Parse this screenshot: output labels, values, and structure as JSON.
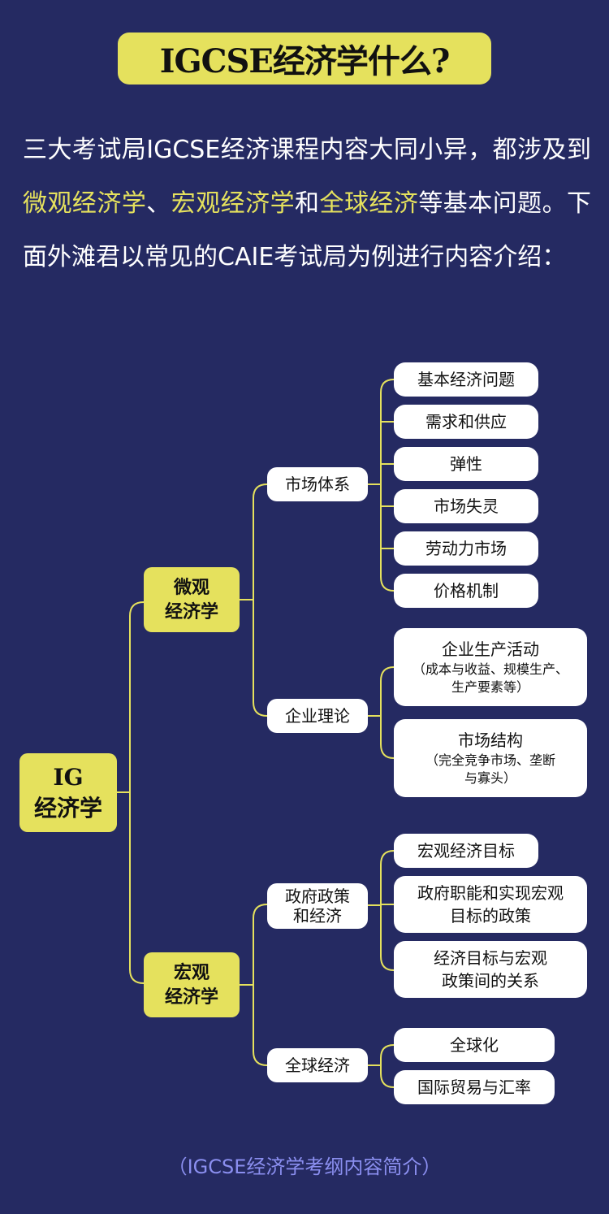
{
  "title": "IGCSE经济学什么?",
  "intro": {
    "part1": "三大考试局IGCSE经济课程内容大同小异，都涉及到",
    "hl1": "微观经济学",
    "sep1": "、",
    "hl2": "宏观经济学",
    "sep2": "和",
    "hl3": "全球经济",
    "part2": "等基本问题。下面外滩君以常见的CAIE考试局为例进行内容介绍："
  },
  "mindmap": {
    "root": {
      "line1": "IG",
      "line2": "经济学"
    },
    "micro": {
      "line1": "微观",
      "line2": "经济学",
      "market_system": {
        "label": "市场体系",
        "items": [
          "基本经济问题",
          "需求和供应",
          "弹性",
          "市场失灵",
          "劳动力市场",
          "价格机制"
        ]
      },
      "firm_theory": {
        "label": "企业理论",
        "item1": {
          "title": "企业生产活动",
          "sub1": "（成本与收益、规模生产、",
          "sub2": "生产要素等）"
        },
        "item2": {
          "title": "市场结构",
          "sub1": "（完全竞争市场、垄断",
          "sub2": "与寡头）"
        }
      }
    },
    "macro": {
      "line1": "宏观",
      "line2": "经济学",
      "gov_policy": {
        "line1": "政府政策",
        "line2": "和经济",
        "item1": "宏观经济目标",
        "item2": {
          "line1": "政府职能和实现宏观",
          "line2": "目标的政策"
        },
        "item3": {
          "line1": "经济目标与宏观",
          "line2": "政策间的关系"
        }
      },
      "global": {
        "label": "全球经济",
        "items": [
          "全球化",
          "国际贸易与汇率"
        ]
      }
    }
  },
  "caption": "（IGCSE经济学考纲内容简介）",
  "colors": {
    "background": "#252a62",
    "accent": "#e5e15d",
    "line": "#e5e15d",
    "caption": "#8b8ff0"
  }
}
